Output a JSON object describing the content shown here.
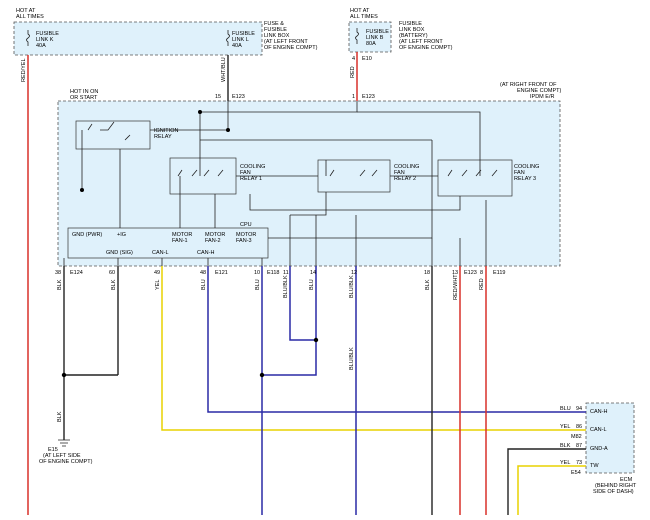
{
  "labels": {
    "hot_at_all_times_left": "HOT AT",
    "hot_at_all_times_left_2": "ALL TIMES",
    "hot_at_all_times_right": "HOT AT",
    "hot_at_all_times_right_2": "ALL TIMES",
    "fusible_link_k_1": "FUSIBLE",
    "fusible_link_k_2": "LINK K",
    "fusible_link_k_3": "40A",
    "fusible_link_l_1": "FUSIBLE",
    "fusible_link_l_2": "LINK L",
    "fusible_link_l_3": "40A",
    "fuse_box_1": "FUSE &",
    "fuse_box_2": "FUSIBLE",
    "fuse_box_3": "LINK BOX",
    "fuse_box_4": "(AT LEFT FRONT",
    "fuse_box_5": "OF ENGINE COMPT)",
    "fusible_link_b_1": "FUSIBLE",
    "fusible_link_b_2": "LINK B",
    "fusible_link_b_3": "80A",
    "battery_box_1": "FUSIBLE",
    "battery_box_2": "LINK BOX",
    "battery_box_3": "(BATTERY)",
    "battery_box_4": "(AT LEFT FRONT",
    "battery_box_5": "OF ENGINE COMPT)",
    "hot_in_on_1": "HOT IN ON",
    "hot_in_on_2": "OR START",
    "ipdm_1": "(AT RIGHT FRONT OF",
    "ipdm_2": "ENGINE COMPT)",
    "ipdm_3": "IPDM E/R",
    "ignition_relay_1": "IGNITION",
    "ignition_relay_2": "RELAY",
    "cfr1_1": "COOLING",
    "cfr1_2": "FAN",
    "cfr1_3": "RELAY 1",
    "cfr2_1": "COOLING",
    "cfr2_2": "FAN",
    "cfr2_3": "RELAY 2",
    "cfr3_1": "COOLING",
    "cfr3_2": "FAN",
    "cfr3_3": "RELAY 3",
    "cpu": "CPU",
    "gnd_pwr": "GND (PWR)",
    "plus_ig": "+IG",
    "motor_fan1_1": "MOTOR",
    "motor_fan1_2": "FAN-1",
    "motor_fan2_1": "MOTOR",
    "motor_fan2_2": "FAN-2",
    "motor_fan3_1": "MOTOR",
    "motor_fan3_2": "FAN-3",
    "gnd_sig": "GND (SIG)",
    "can_l": "CAN-L",
    "can_h": "CAN-H",
    "e15_1": "E15",
    "e15_2": "(AT LEFT SIDE",
    "e15_3": "OF ENGINE COMPT)",
    "ecm_1": "ECM",
    "ecm_2": "(BEHIND RIGHT",
    "ecm_3": "SIDE OF DASH)",
    "ecm_can_h": "CAN-H",
    "ecm_can_l": "CAN-L",
    "ecm_gnd_a": "GND-A",
    "ecm_tw": "TW",
    "m82": "M82",
    "e54": "E54"
  },
  "connectors": {
    "e123_top_15": "15",
    "e123_top_15_name": "E123",
    "e123_top_1": "1",
    "e123_top_1_name": "E123",
    "e10_pin": "4",
    "e10_name": "E10",
    "pin_38": "38",
    "e124": "E124",
    "pin_60": "60",
    "pin_49": "49",
    "pin_48": "48",
    "e121": "E121",
    "pin_10": "10",
    "e118": "E118",
    "pin_11": "11",
    "pin_14": "14",
    "pin_12": "12",
    "pin_18": "18",
    "pin_13": "13",
    "e123_bottom": "E123",
    "pin_8": "8",
    "e119": "E119",
    "ecm_pin_94": "94",
    "ecm_pin_86": "86",
    "ecm_pin_87": "87",
    "ecm_pin_73": "73"
  },
  "wire_colors": {
    "red_yel": "RED/YEL",
    "wht_blu": "WHT/BLU",
    "red_top": "RED",
    "blk_38": "BLK",
    "blk_60": "BLK",
    "yel_49": "YEL",
    "blu_48": "BLU",
    "blu_10": "BLU",
    "blu_blk_11": "BLU/BLK",
    "blu_14": "BLU",
    "blu_blk_12": "BLU/BLK",
    "blu_blk_mid": "BLU/BLK",
    "blk_18": "BLK",
    "red_wht_13": "RED/WHT",
    "red_8": "RED",
    "blk_ground": "BLK",
    "ecm_blu": "BLU",
    "ecm_yel_86": "YEL",
    "ecm_blk_87": "BLK",
    "ecm_yel_73": "YEL"
  },
  "colors": {
    "box_fill": "#dff1fb",
    "wire_red": "#d9302a",
    "wire_blue": "#2a2aa6",
    "wire_yellow": "#e8d200",
    "wire_black": "#222222"
  }
}
